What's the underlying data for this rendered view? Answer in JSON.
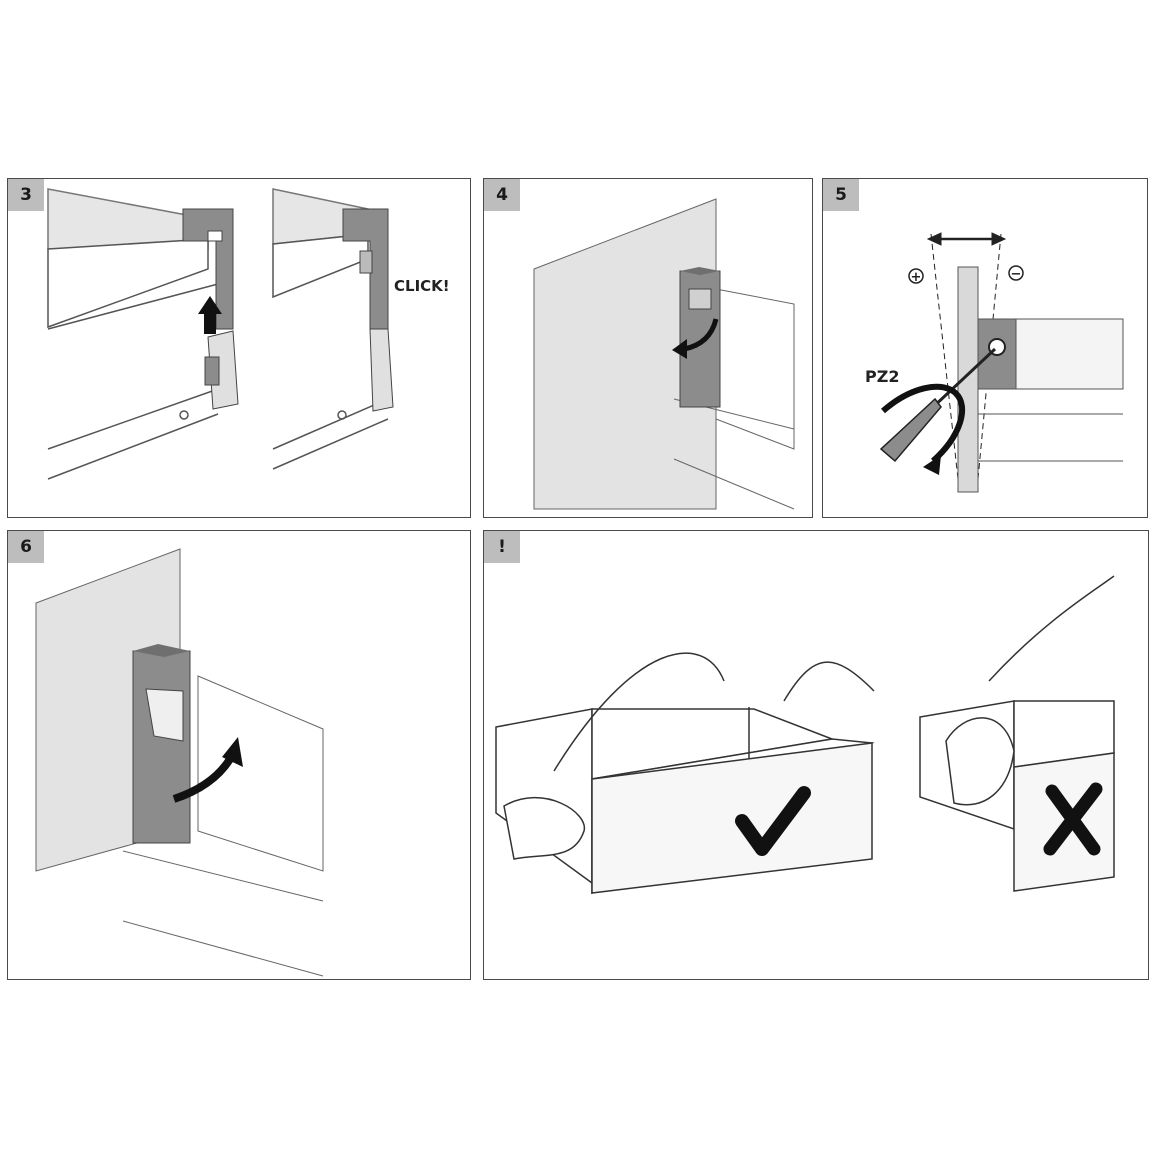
{
  "panels": [
    {
      "step": "3",
      "callout": "CLICK!"
    },
    {
      "step": "4"
    },
    {
      "step": "5",
      "tool": "PZ2",
      "plus": "+",
      "minus": "−"
    },
    {
      "step": "6"
    },
    {
      "step": "!"
    }
  ],
  "colors": {
    "frame": "#4a4a4a",
    "tag": "#bdbdbd",
    "part_dark": "#8c8c8c",
    "panel_grey": "#d9d9d9"
  },
  "icons": [
    "up-arrow-icon",
    "curved-arrow-icon",
    "double-arrow-icon",
    "rotate-icon",
    "check-mark-icon",
    "cross-mark-icon",
    "hand-icon"
  ]
}
